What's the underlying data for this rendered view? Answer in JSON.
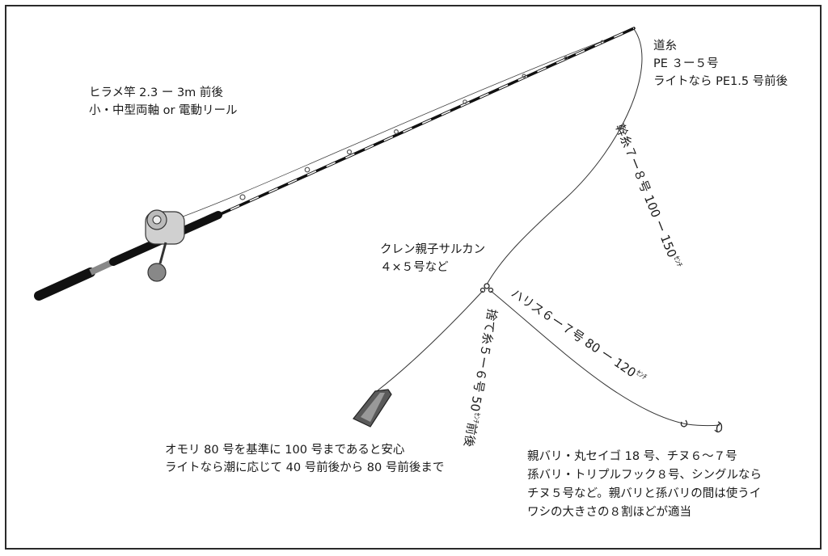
{
  "colors": {
    "rod": "#111111",
    "line": "#333333",
    "reel": "#c8c8c8",
    "sinker": "#4a4a4a"
  },
  "labels": {
    "rod": [
      "ヒラメ竿 2.3 ー 3m 前後",
      "小・中型両軸 or 電動リール"
    ],
    "mainline": [
      "道糸",
      "PE ３ー５号",
      "ライトなら PE1.5 号前後"
    ],
    "swivel": [
      "クレン親子サルカン",
      "４×５号など"
    ],
    "sinker": [
      "オモリ 80 号を基準に 100 号まであると安心",
      "ライトなら潮に応じて 40 号前後から 80 号前後まで"
    ],
    "hooks": [
      "親バリ・丸セイゴ 18 号、チヌ６〜７号",
      "孫バリ・トリプルフック８号、シングルなら",
      "チヌ５号など。親バリと孫バリの間は使うイ",
      "ワシの大きさの８割ほどが適当"
    ]
  },
  "leader": {
    "main": "幹糸７ー８号 100 ー 150",
    "unit": "ｾﾝﾁ"
  },
  "harris": {
    "main": "ハリス６ー７号 80 ー 120",
    "unit": "ｾﾝﾁ"
  },
  "sinker_line": {
    "main": "捨て糸５ー６号 50",
    "unit": "ｾﾝﾁ",
    "tail": "前後"
  }
}
